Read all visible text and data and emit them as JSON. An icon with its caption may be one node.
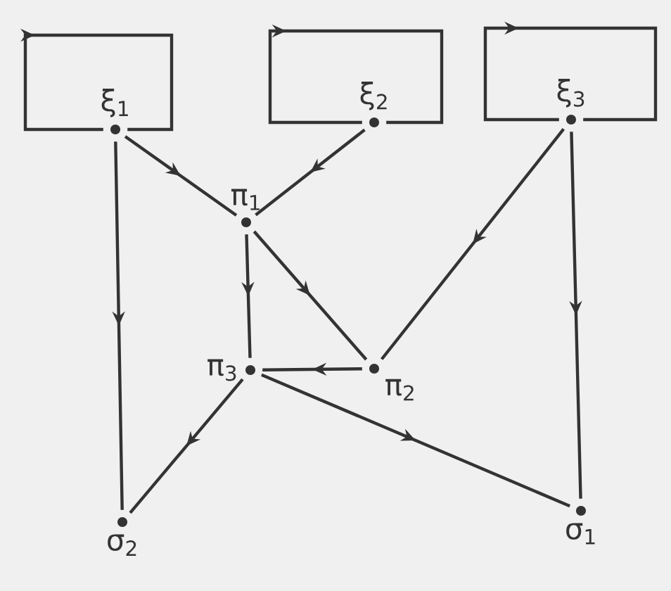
{
  "diagram": {
    "nodes": [
      {
        "text": [
          "ξ$_{1}$"
        ]
      },
      {
        "text": [
          "ξ$_{2}$"
        ]
      },
      {
        "text": [
          "ξ$_{3}$"
        ]
      },
      {
        "text": [
          "π$_{1}$"
        ]
      },
      {
        "text": [
          "π$_{2}$"
        ]
      },
      {
        "text": [
          "π$_{3}$"
        ]
      },
      {
        "text": [
          "σ$_{1}$"
        ]
      },
      {
        "text": [
          "σ$_{2}$"
        ]
      }
    ],
    "edges": [
      {
        "from": 0,
        "to": 0,
        "arrow": "to"
      },
      {
        "from": 1,
        "to": 1,
        "arrow": "to"
      },
      {
        "from": 2,
        "to": 2,
        "arrow": "to"
      },
      {
        "from": 0,
        "to": 3,
        "arrow": "to"
      },
      {
        "from": 1,
        "to": 3,
        "arrow": "to"
      },
      {
        "from": 0,
        "to": 7,
        "arrow": "to"
      },
      {
        "from": 2,
        "to": 4,
        "arrow": "to"
      },
      {
        "from": 2,
        "to": 6,
        "arrow": "to"
      },
      {
        "from": 3,
        "to": 5,
        "arrow": "to"
      },
      {
        "from": 3,
        "to": 4,
        "arrow": "to"
      },
      {
        "from": 4,
        "to": 5,
        "arrow": "to"
      },
      {
        "from": 5,
        "to": 7,
        "arrow": "to"
      },
      {
        "from": 5,
        "to": 6,
        "arrow": "to"
      }
    ]
  }
}
